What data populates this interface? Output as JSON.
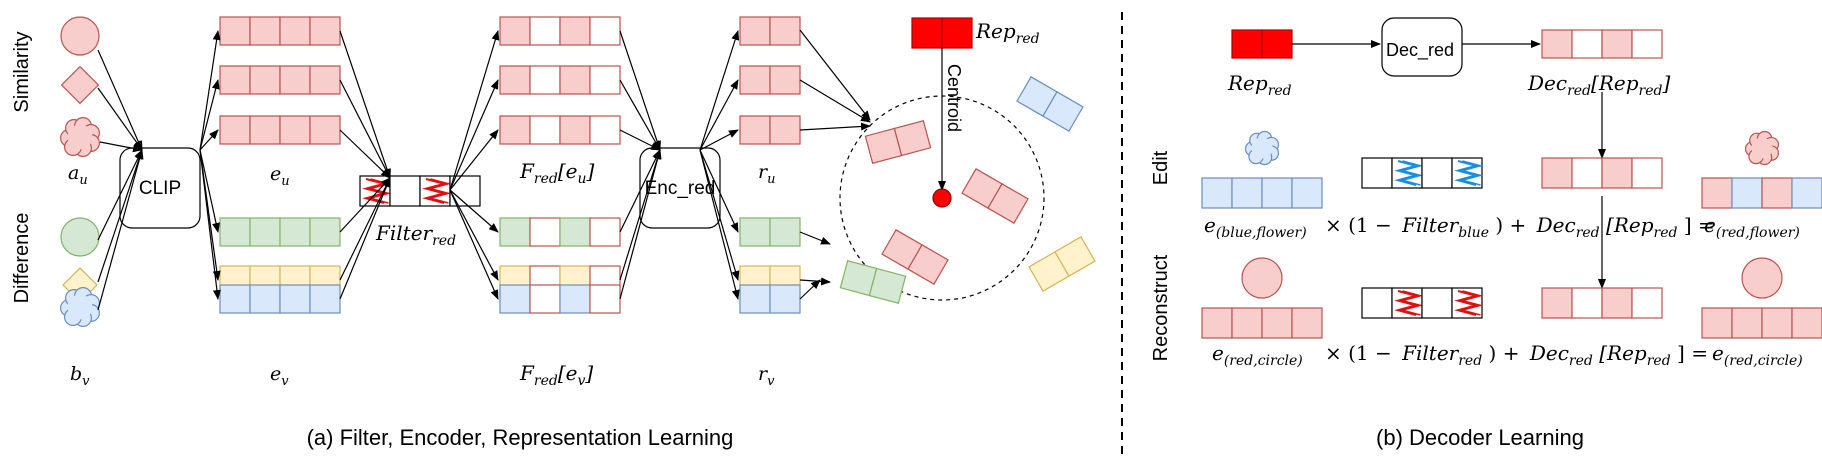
{
  "panel_a": {
    "side_labels": {
      "similarity": "Similarity",
      "difference": "Difference"
    },
    "input_labels": {
      "a": "a",
      "a_sub": "u",
      "b": "b",
      "b_sub": "v"
    },
    "clip_label": "CLIP",
    "embed_labels": {
      "eu": "e",
      "eu_sub": "u",
      "ev": "e",
      "ev_sub": "v"
    },
    "filter_label": "Filter",
    "filter_sub": "red",
    "f_labels": {
      "top": "F",
      "top_sub": "red",
      "top_arg": "[e",
      "top_arg_sub": "u",
      "top_close": "]",
      "bottom": "F",
      "bottom_sub": "red",
      "bottom_arg": "[e",
      "bottom_arg_sub": "v",
      "bottom_close": "]"
    },
    "enc_label": "Enc_red",
    "r_labels": {
      "ru": "r",
      "ru_sub": "u",
      "rv": "r",
      "rv_sub": "v"
    },
    "rep_label": "Rep",
    "rep_sub": "red",
    "centroid_label": "Centroid",
    "caption": "(a) Filter, Encoder, Representation Learning"
  },
  "panel_b": {
    "rep_label": "Rep",
    "rep_sub": "red",
    "dec_label": "Dec_red",
    "dec_out": "Dec",
    "dec_out_sub": "red",
    "dec_out_arg": "[Rep",
    "dec_out_arg_sub": "red",
    "dec_out_close": "]",
    "row_labels": {
      "edit": "Edit",
      "reconstruct": "Reconstruct"
    },
    "edit_eq": {
      "e": "e",
      "e_sub": "(blue,flower)",
      "times": "× (1 −",
      "filter": "Filter",
      "filter_sub": "blue",
      "close_plus": ") +",
      "dec": "Dec",
      "dec_sub": "red",
      "dec_arg": "[Rep",
      "dec_arg_sub": "red",
      "dec_close": "] =",
      "result": "e",
      "result_sub": "(red,flower)"
    },
    "recon_eq": {
      "e": "e",
      "e_sub": "(red,circle)",
      "times": "× (1 −",
      "filter": "Filter",
      "filter_sub": "red",
      "close_plus": ") +",
      "dec": "Dec",
      "dec_sub": "red",
      "dec_arg": "[Rep",
      "dec_arg_sub": "red",
      "dec_close": "] =",
      "result": "e",
      "result_sub": "(red,circle)"
    },
    "caption": "(b) Decoder Learning"
  },
  "colors": {
    "red_fill": "#f8cecc",
    "red_stroke": "#b85450",
    "green_fill": "#d5e8d4",
    "green_stroke": "#82b366",
    "yellow_fill": "#fff2cc",
    "yellow_stroke": "#d6b656",
    "blue_fill": "#dae8fc",
    "blue_stroke": "#6c8ebf",
    "solid_red": "#ff0000",
    "zig_red": "#e01010",
    "zig_blue": "#1a8fe0"
  }
}
